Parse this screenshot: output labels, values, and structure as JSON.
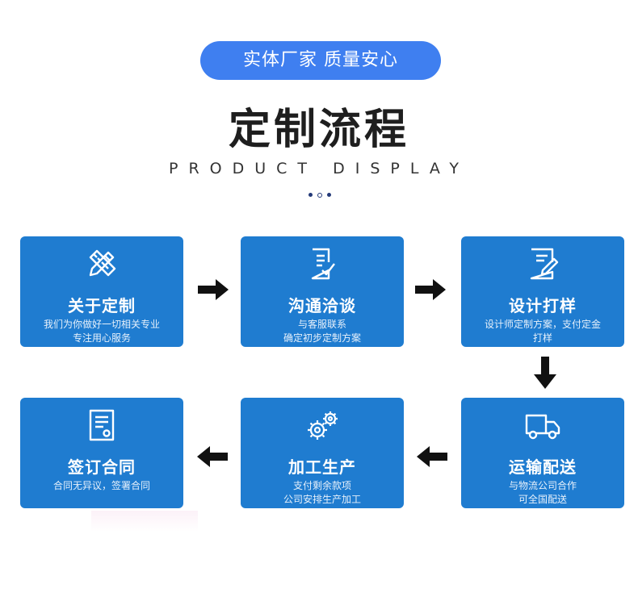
{
  "header": {
    "pill": "实体厂家 质量安心",
    "title": "定制流程",
    "subtitle": "PRODUCT DISPLAY"
  },
  "steps": [
    {
      "title": "关于定制",
      "desc": "我们为你做好一切相关专业\n专注用心服务",
      "icon": "pencil-ruler-icon"
    },
    {
      "title": "沟通洽谈",
      "desc": "与客服联系\n确定初步定制方案",
      "icon": "document-check-icon"
    },
    {
      "title": "设计打样",
      "desc": "设计师定制方案，支付定金\n打样",
      "icon": "design-edit-icon"
    },
    {
      "title": "运输配送",
      "desc": "与物流公司合作\n可全国配送",
      "icon": "truck-icon"
    },
    {
      "title": "加工生产",
      "desc": "支付剩余款项\n公司安排生产加工",
      "icon": "gears-icon"
    },
    {
      "title": "签订合同",
      "desc": "合同无异议，签署合同",
      "icon": "contract-icon"
    }
  ],
  "colors": {
    "pill": "#3f7ff0",
    "card": "#1f7cd0",
    "arrow": "#111111"
  }
}
